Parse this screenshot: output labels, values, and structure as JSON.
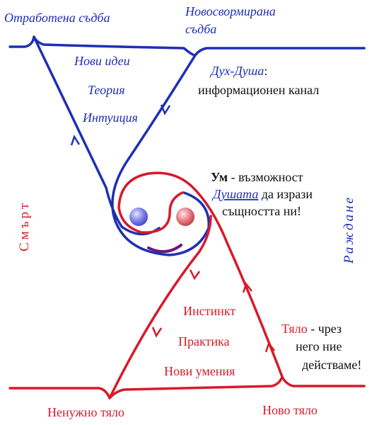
{
  "colors": {
    "blue": "#1e2fb5",
    "red": "#d71a2a",
    "purple": "#6a1a7a",
    "blue_sphere": "#7b7fe8",
    "red_sphere": "#e87a82"
  },
  "blue_labels": {
    "worked_fate": "Отработена съдба",
    "new_fate_line1": "Новосвормирана",
    "new_fate_line2": "съдба",
    "ideas": "Нови  идеи",
    "theory": "Теория",
    "intuition": "Интуиция",
    "spirit_soul": "Дух-Душа",
    "spirit_colon": ":",
    "info_channel": "информационен канал",
    "birth": "Раждане"
  },
  "mind": {
    "title": "Ум",
    "text1": " - възможност",
    "soul": "Душата",
    "text2": " да изрази",
    "text3": "същността ни!"
  },
  "red_labels": {
    "death": "Смърт",
    "instinct": "Инстинкт",
    "practice": "Практика",
    "skills": "Нови  умения",
    "body": "Тяло",
    "body_text1": " - чрез",
    "body_text2": "него ние",
    "body_text3": "действаме!",
    "unneeded_body": "Ненужно тяло",
    "new_body": "Ново тяло"
  }
}
